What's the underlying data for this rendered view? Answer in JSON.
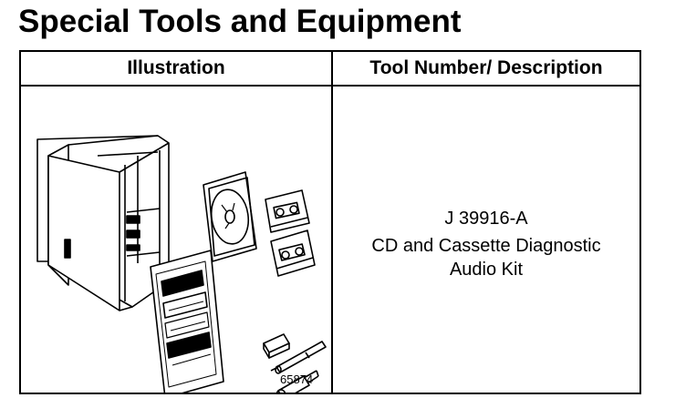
{
  "page": {
    "title": "Special Tools and Equipment"
  },
  "table": {
    "headers": {
      "illustration": "Illustration",
      "description": "Tool Number/ Description"
    },
    "rows": [
      {
        "figure_number": "65874",
        "tool_number": "J 39916-A",
        "description": "CD and Cassette Diagnostic\nAudio Kit"
      }
    ]
  }
}
